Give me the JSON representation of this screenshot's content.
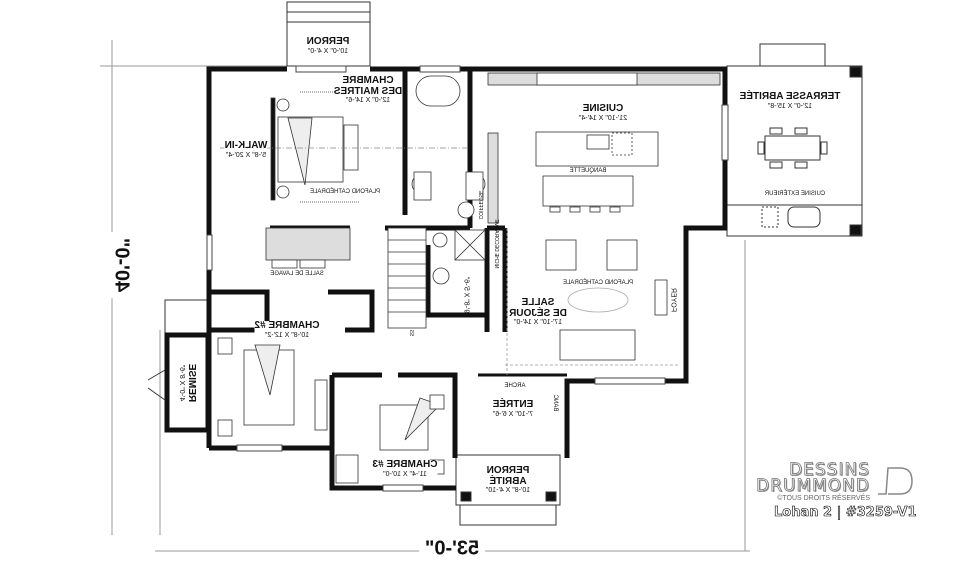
{
  "plan": {
    "rooms": {
      "perron": {
        "name": "PERRON",
        "dims": "10'-0\" X 4'-0\""
      },
      "chambre_maitres": {
        "name_1": "CHAMBRE",
        "name_2": "DES MAITRES",
        "dims": "12'-0\" X 14'-6\""
      },
      "walk_in": {
        "name": "WALK-IN",
        "dims": "5'-8\" X 20'-4\""
      },
      "cuisine": {
        "name": "CUISINE",
        "dims": "21'-10\" X 14'-4\""
      },
      "terrasse": {
        "name": "TERRASSE ABRITÉE",
        "dims": "12'-0\" X 15'-8\""
      },
      "salle_sejour": {
        "name_1": "SALLE",
        "name_2": "DE SÉJOUR",
        "dims": "17'-10\" X 14'-0\""
      },
      "chambre2": {
        "name": "CHAMBRE #2",
        "dims": "10'-8\" X 12'-2\""
      },
      "chambre3": {
        "name": "CHAMBRE #3",
        "dims": "11'-4\" X 10'-0\""
      },
      "remise": {
        "name": "REMISE",
        "dims": "4'-0\" X 8'-6\""
      },
      "entree": {
        "name": "ENTRÉE",
        "dims": "7'-10\" X 6'-6\""
      },
      "perron_abrite": {
        "name_1": "PERRON",
        "name_2": "ABRITÉ",
        "dims": "10'-8\" X 4'-10\""
      },
      "bathroom": {
        "dims": "9'-8\" X 5'-6\""
      }
    },
    "notes": {
      "plafond_master": "PLAFOND CATHÉDRALE",
      "plafond_sejour": "PLAFOND CATHÉDRALE",
      "banquette": "BANQUETTE",
      "cuisine_exterieur": "CUISINE EXTÉRIEUR",
      "salle_lavage": "SALLE DE LAVAGE",
      "foyer": "FOYER",
      "arche": "ARCHE",
      "banc": "BANC",
      "coiffeuse": "COIFFEUSE",
      "niche": "NICHE DÉCORATIVE",
      "stair": "SS"
    },
    "dimensions": {
      "depth": "40'-0\"",
      "width": "53'-0\""
    }
  },
  "branding": {
    "logo_line1": "DESSINS",
    "logo_line2": "DRUMMOND",
    "copyright": "©TOUS DROITS RÉSERVÉS",
    "plan_name": "Lohan 2 | #3259-V1"
  }
}
